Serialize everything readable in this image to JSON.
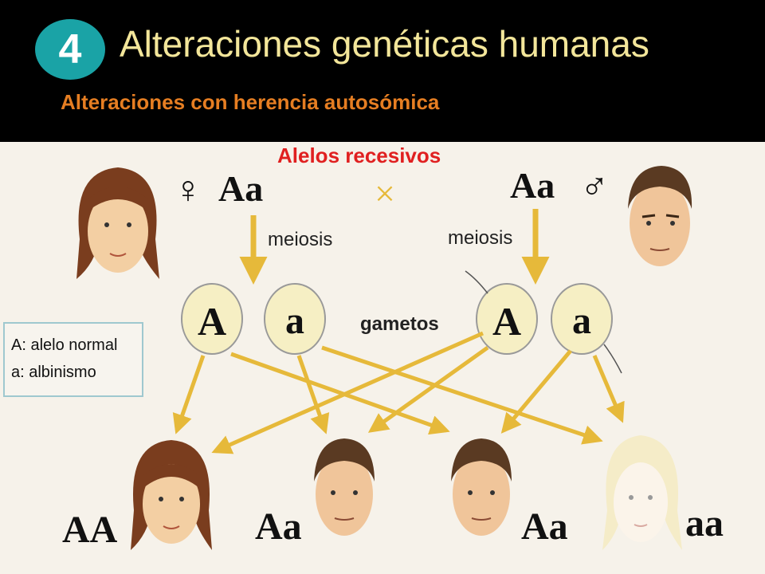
{
  "header": {
    "badge": "4",
    "title": "Alteraciones genéticas humanas",
    "subtitle": "Alteraciones con herencia autosómica"
  },
  "section_title": "Alelos recesivos",
  "parents": {
    "female_symbol": "♀",
    "female_genotype": "Aa",
    "cross_symbol": "×",
    "male_genotype": "Aa",
    "male_symbol": "♂"
  },
  "process": {
    "meiosis_left": "meiosis",
    "meiosis_right": "meiosis",
    "gametes_label": "gametos"
  },
  "gametes": [
    "A",
    "a",
    "A",
    "a"
  ],
  "legend": {
    "line1": "A: alelo normal",
    "line2": "a: albinismo"
  },
  "offspring": [
    "AA",
    "Aa",
    "Aa",
    "aa"
  ],
  "colors": {
    "header_bg": "#000000",
    "badge": "#1aa3a6",
    "title": "#f3e69a",
    "subtitle": "#e67e22",
    "section": "#e02020",
    "arrow": "#e6b93a",
    "gamete_fill": "#f6efc4"
  }
}
